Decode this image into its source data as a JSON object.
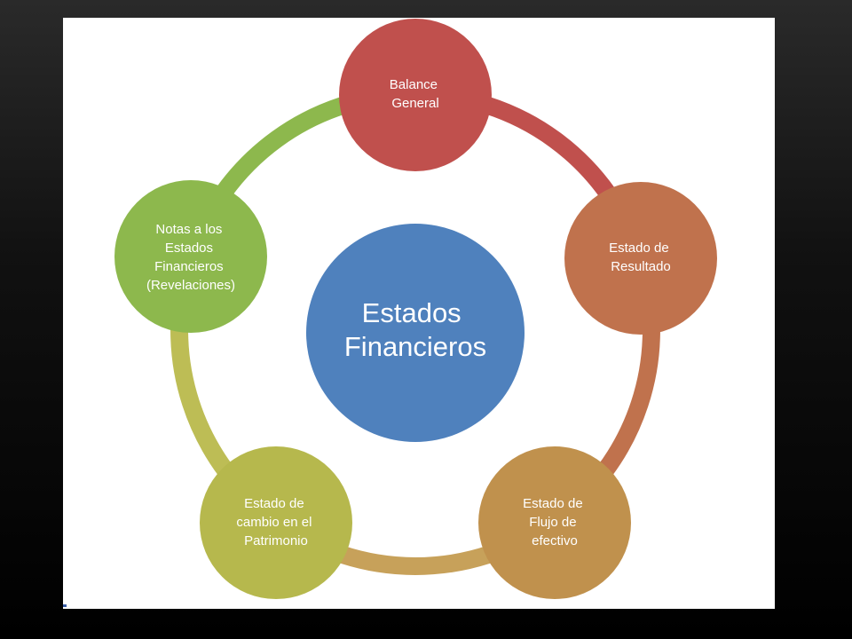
{
  "diagram": {
    "center": {
      "lines": [
        "Estados",
        "Financieros"
      ],
      "color": "#4f81bd"
    },
    "nodes": [
      {
        "id": "balance",
        "lines": [
          "Balance",
          "General"
        ],
        "color": "#c0504d"
      },
      {
        "id": "resultado",
        "lines": [
          "Estado de",
          "Resultado"
        ],
        "color": "#c0724d"
      },
      {
        "id": "flujo",
        "lines": [
          "Estado de",
          "Flujo de",
          "efectivo"
        ],
        "color": "#c0914d"
      },
      {
        "id": "patrimonio",
        "lines": [
          "Estado de",
          "cambio en el",
          "Patrimonio"
        ],
        "color": "#b6b84d"
      },
      {
        "id": "notas",
        "lines": [
          "Notas a los",
          "Estados",
          "Financieros",
          "(Revelaciones)"
        ],
        "color": "#8db84d"
      }
    ],
    "arcs": [
      {
        "from": "balance",
        "to": "resultado",
        "color": "#c0504d"
      },
      {
        "from": "resultado",
        "to": "flujo",
        "color": "#c0724d"
      },
      {
        "from": "flujo",
        "to": "patrimonio",
        "color": "#c7a15a"
      },
      {
        "from": "patrimonio",
        "to": "notas",
        "color": "#bdbd55"
      },
      {
        "from": "notas",
        "to": "balance",
        "color": "#8db84d"
      }
    ]
  }
}
